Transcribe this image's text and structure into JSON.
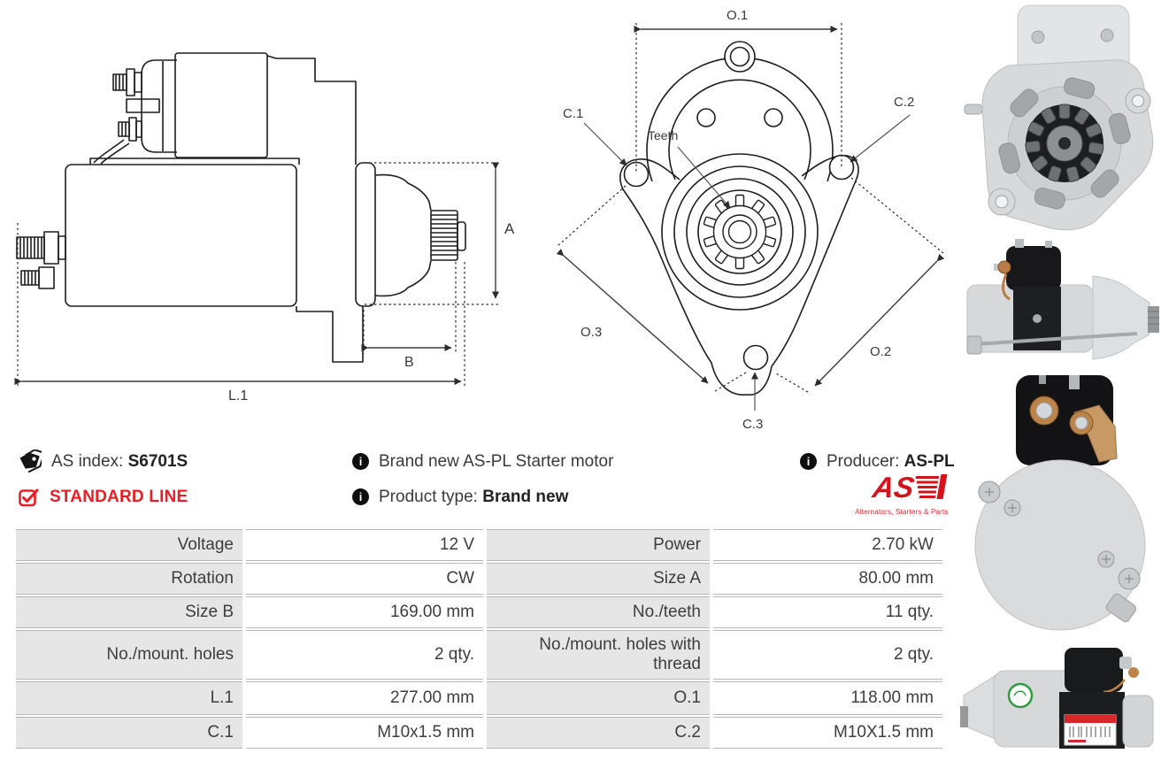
{
  "drawings": {
    "side_view": {
      "dim_a": "A",
      "dim_b": "B",
      "dim_l1": "L.1"
    },
    "front_view": {
      "dim_o1": "O.1",
      "dim_o2": "O.2",
      "dim_o3": "O.3",
      "dim_c1": "C.1",
      "dim_c2": "C.2",
      "dim_c3": "C.3",
      "teeth_label": "Teeth"
    }
  },
  "info": {
    "as_index": {
      "label": "AS index:",
      "value": "S6701S"
    },
    "standard_line": "STANDARD LINE",
    "description": "Brand new AS-PL Starter motor",
    "product_type": {
      "label": "Product type:",
      "value": "Brand new"
    },
    "producer": {
      "label": "Producer:",
      "value": "AS-PL"
    },
    "logo": {
      "text": "AS",
      "tagline": "Alternators, Starters & Parts"
    }
  },
  "spec_table": {
    "rows": [
      [
        {
          "label": "Voltage",
          "value": "12 V"
        },
        {
          "label": "Power",
          "value": "2.70 kW"
        }
      ],
      [
        {
          "label": "Rotation",
          "value": "CW"
        },
        {
          "label": "Size A",
          "value": "80.00 mm"
        }
      ],
      [
        {
          "label": "Size B",
          "value": "169.00 mm"
        },
        {
          "label": "No./teeth",
          "value": "11 qty."
        }
      ],
      [
        {
          "label": "No./mount. holes",
          "value": "2 qty."
        },
        {
          "label": "No./mount. holes with thread",
          "value": "2 qty."
        }
      ],
      [
        {
          "label": "L.1",
          "value": "277.00 mm"
        },
        {
          "label": "O.1",
          "value": "118.00 mm"
        }
      ],
      [
        {
          "label": "C.1",
          "value": "M10x1.5 mm"
        },
        {
          "label": "C.2",
          "value": "M10X1.5 mm"
        }
      ]
    ]
  },
  "colors": {
    "accent_red": "#ed1c24",
    "table_label_bg": "#e6e6e6",
    "table_border": "#b7b7b7",
    "line_dark": "#1d1d1d",
    "dim_gray": "#3a3a3a"
  }
}
